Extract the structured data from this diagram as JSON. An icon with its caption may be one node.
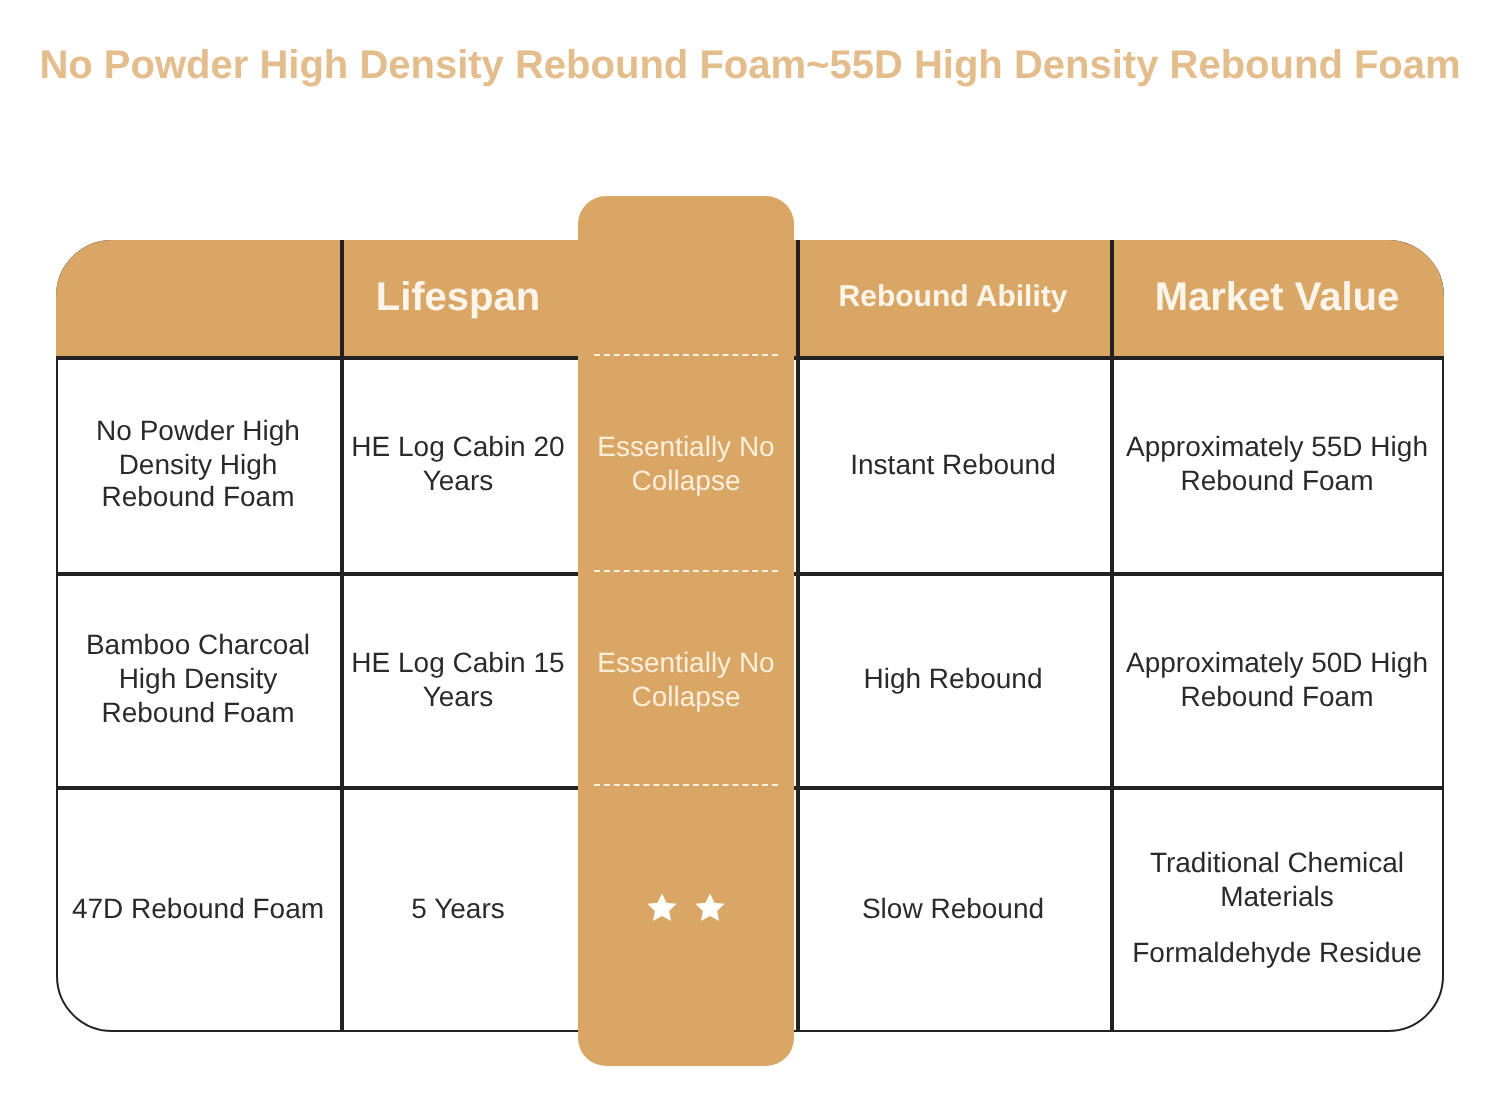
{
  "diagram": {
    "title": "No Powder High Density Rebound Foam~55D High Density Rebound Foam",
    "labels": [
      "Lifespan",
      "Rebound Ability",
      "Market Value",
      "No Powder High Density High Rebound Foam",
      "HE Log Cabin 20 Years",
      "Essentially No Collapse",
      "Instant Rebound",
      "Approximately 55D High Rebound Foam",
      "Bamboo Charcoal High Density Rebound Foam",
      "HE Log Cabin 15 Years",
      "Essentially No Collapse",
      "High Rebound",
      "Approximately 50D High Rebound Foam",
      "47D Rebound Foam",
      "5 Years",
      "Slow Rebound",
      "Traditional Chemical Materials",
      "Formaldehyde Residue"
    ]
  }
}
